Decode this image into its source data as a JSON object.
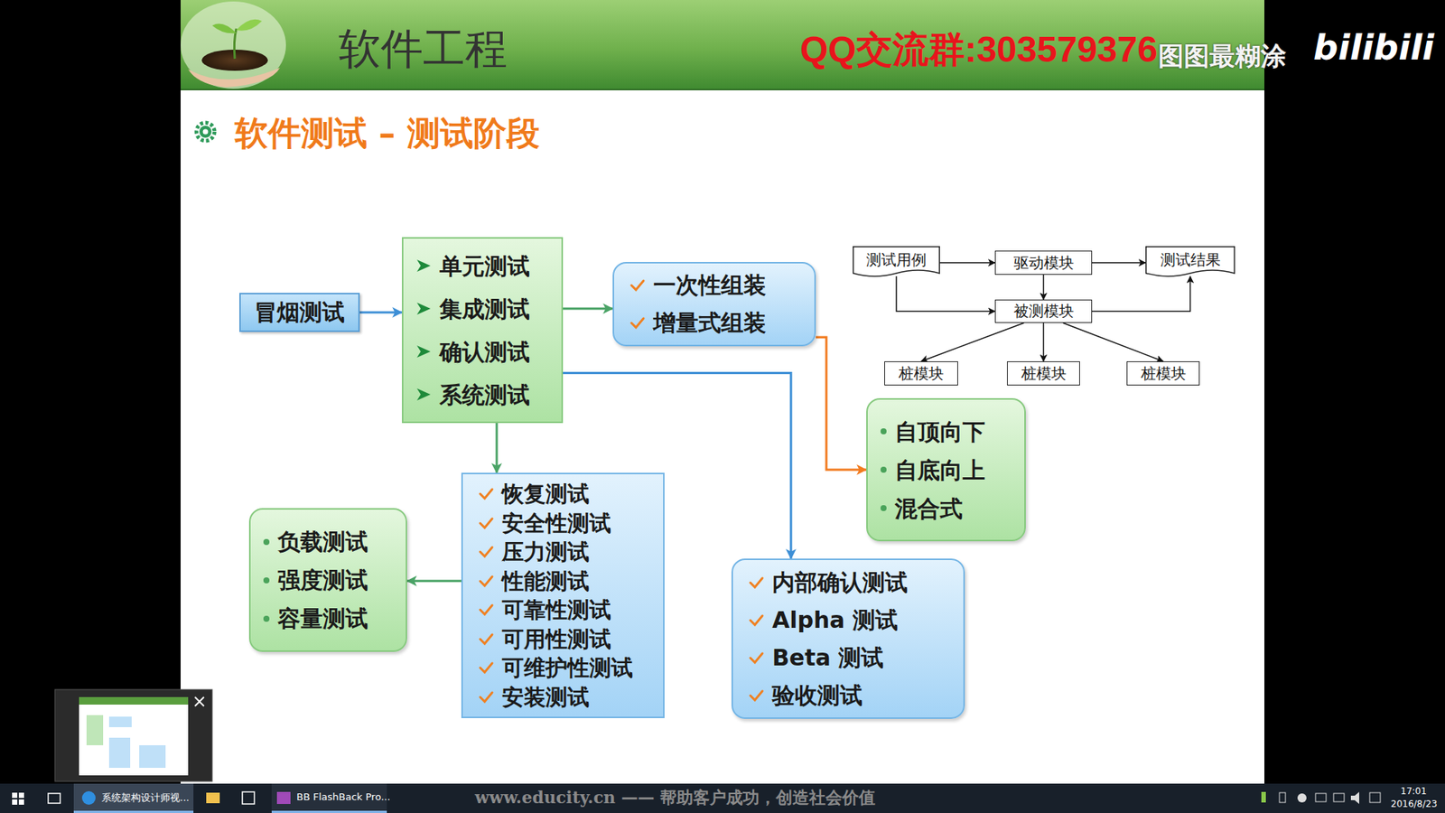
{
  "diagram": {
    "title": "软件测试 – 测试阶段",
    "nodes": [
      {
        "text": [
          "冒烟测试"
        ]
      },
      {
        "text": [
          "单元测试",
          "集成测试",
          "确认测试",
          "系统测试"
        ]
      },
      {
        "text": [
          "一次性组装",
          "增量式组装"
        ]
      },
      {
        "text": [
          "测试用例"
        ]
      },
      {
        "text": [
          "驱动模块"
        ]
      },
      {
        "text": [
          "测试结果"
        ]
      },
      {
        "text": [
          "被测模块"
        ]
      },
      {
        "text": [
          "桩模块"
        ]
      },
      {
        "text": [
          "桩模块"
        ]
      },
      {
        "text": [
          "桩模块"
        ]
      },
      {
        "text": [
          "自顶向下",
          "自底向上",
          "混合式"
        ]
      },
      {
        "text": [
          "负载测试",
          "强度测试",
          "容量测试"
        ]
      },
      {
        "text": [
          "恢复测试",
          "安全性测试",
          "压力测试",
          "性能测试",
          "可靠性测试",
          "可用性测试",
          "可维护性测试",
          "安装测试"
        ]
      },
      {
        "text": [
          "内部确认测试",
          "Alpha 测试",
          "Beta 测试",
          "验收测试"
        ]
      }
    ],
    "edges": [
      {
        "from": 0,
        "to": 1,
        "arrow": "to"
      },
      {
        "from": 1,
        "to": 2,
        "arrow": "to"
      },
      {
        "from": 1,
        "to": 13,
        "arrow": "to"
      },
      {
        "from": 1,
        "to": 12,
        "arrow": "to"
      },
      {
        "from": 2,
        "to": 10,
        "arrow": "to"
      },
      {
        "from": 12,
        "to": 11,
        "arrow": "to"
      },
      {
        "from": 3,
        "to": 4,
        "arrow": "to"
      },
      {
        "from": 4,
        "to": 5,
        "arrow": "to"
      },
      {
        "from": 4,
        "to": 6,
        "arrow": "to"
      },
      {
        "from": 3,
        "to": 6,
        "arrow": "to"
      },
      {
        "from": 6,
        "to": 5,
        "arrow": "to"
      },
      {
        "from": 6,
        "to": 7,
        "arrow": "to"
      },
      {
        "from": 6,
        "to": 8,
        "arrow": "to"
      },
      {
        "from": 6,
        "to": 9,
        "arrow": "to"
      }
    ],
    "labels": [
      "软件工程",
      "QQ交流群:303579376",
      "图图最糊涂",
      "bilibili",
      "www.educity.cn —— 帮助客户成功，创造社会价值",
      "系统架构设计师视...",
      "BB FlashBack Pro...",
      "17:01",
      "2016/8/23"
    ]
  }
}
